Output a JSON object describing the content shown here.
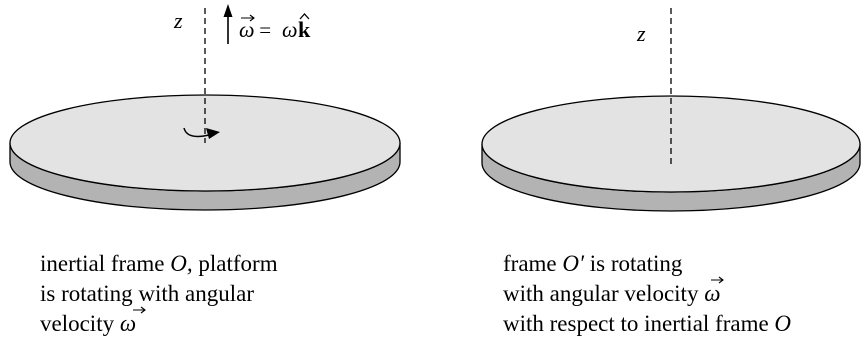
{
  "left_panel": {
    "axis_label": "z",
    "omega_symbol": "ω",
    "omega_equals": " = ",
    "omega_scalar": "ω",
    "k_hat": "k",
    "caption": {
      "line1_a": "inertial frame ",
      "line1_b": "O,",
      "line1_c": " platform",
      "line2": "is rotating with angular",
      "line3_a": "velocity ",
      "line3_b": "ω"
    }
  },
  "right_panel": {
    "axis_label": "z",
    "caption": {
      "line1_a": "frame ",
      "line1_b": "O",
      "line1_c": "′",
      "line1_d": " is rotating",
      "line2_a": "with angular velocity ",
      "line2_b": "ω",
      "line3_a": "with respect to inertial frame ",
      "line3_b": "O"
    }
  },
  "colors": {
    "disk_top": "#e3e3e3",
    "disk_side": "#b3b3b3",
    "stroke": "#000000"
  }
}
